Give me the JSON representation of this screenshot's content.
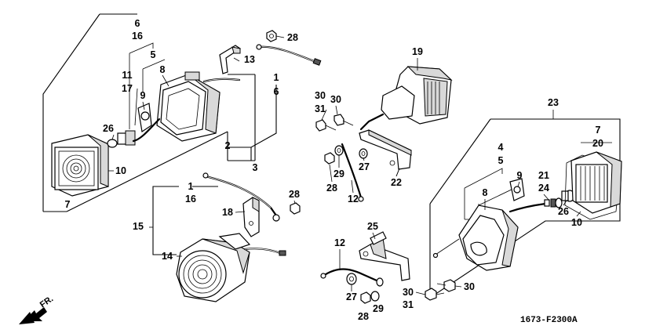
{
  "diagram_code": "1673-F2300A",
  "direction_label": "FR.",
  "callouts": {
    "c6a": "6",
    "c16a": "16",
    "c5a": "5",
    "c11": "11",
    "c8a": "8",
    "c17": "17",
    "c9a": "9",
    "c26a": "26",
    "c10a": "10",
    "c7a": "7",
    "c2": "2",
    "c3": "3",
    "c13": "13",
    "c28a": "28",
    "c1a": "1",
    "c6b": "6",
    "c19": "19",
    "c30a": "30",
    "c31a": "31",
    "c30b": "30",
    "c28b": "28",
    "c29a": "29",
    "c27a": "27",
    "c12a": "12",
    "c22": "22",
    "c23": "23",
    "c4": "4",
    "c5b": "5",
    "c9b": "9",
    "c8b": "8",
    "c21": "21",
    "c24": "24",
    "c26b": "26",
    "c10b": "10",
    "c7b": "7",
    "c20": "20",
    "c1b": "1",
    "c16b": "16",
    "c28c": "28",
    "c18": "18",
    "c15": "15",
    "c14": "14",
    "c25": "25",
    "c12b": "12",
    "c27b": "27",
    "c28d": "28",
    "c29b": "29",
    "c30c": "30",
    "c31b": "31",
    "c30d": "30"
  }
}
